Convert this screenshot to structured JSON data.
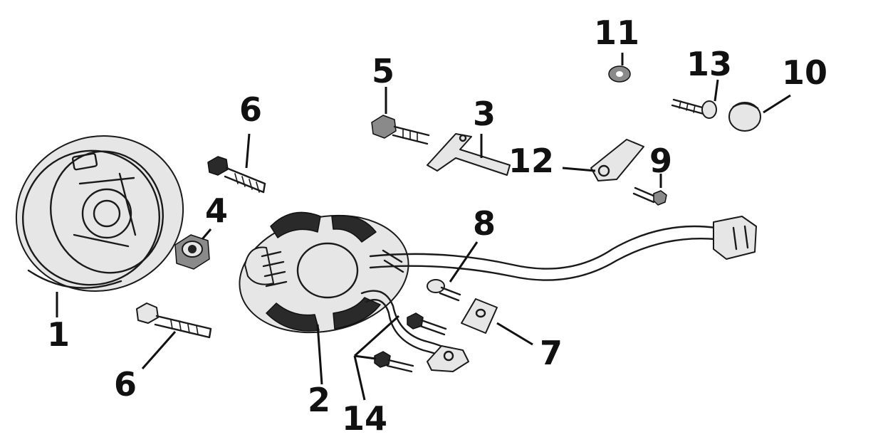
{
  "labels": {
    "l1": "1",
    "l2": "2",
    "l3": "3",
    "l4": "4",
    "l5": "5",
    "l6a": "6",
    "l6b": "6",
    "l7": "7",
    "l8": "8",
    "l9": "9",
    "l10": "10",
    "l11": "11",
    "l12": "12",
    "l13": "13",
    "l14": "14"
  }
}
